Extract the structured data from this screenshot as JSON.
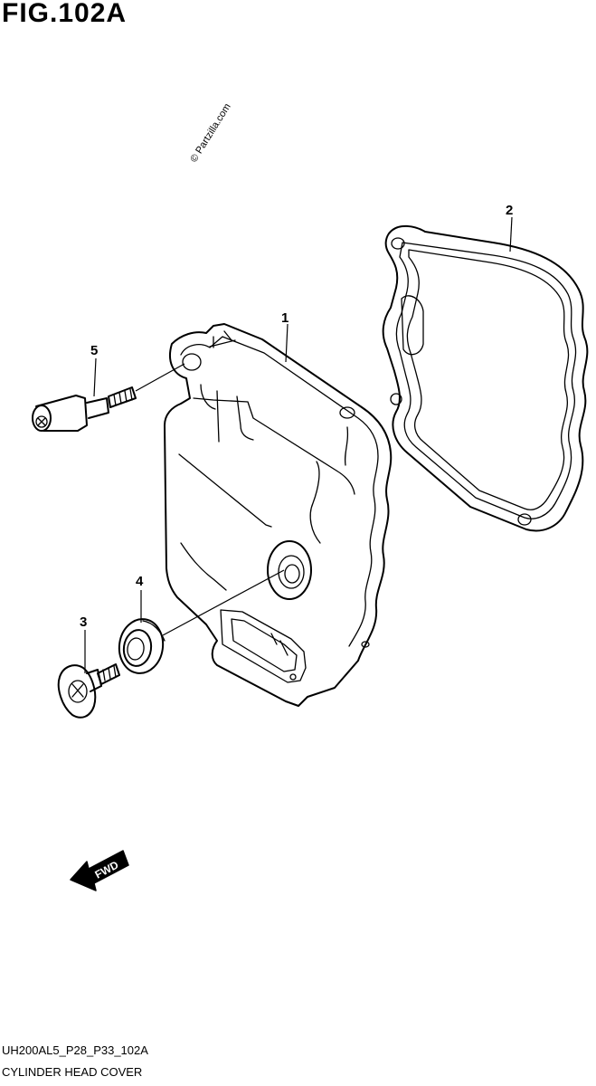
{
  "figure": {
    "title": "FIG.102A",
    "watermark": "© Partzilla.com",
    "code": "UH200AL5_P28_P33_102A",
    "caption": "CYLINDER HEAD COVER",
    "fwd_label": "FWD"
  },
  "callouts": [
    {
      "number": "1",
      "part": "cylinder-head-cover"
    },
    {
      "number": "2",
      "part": "gasket"
    },
    {
      "number": "3",
      "part": "bolt"
    },
    {
      "number": "4",
      "part": "washer"
    },
    {
      "number": "5",
      "part": "bolt"
    }
  ]
}
